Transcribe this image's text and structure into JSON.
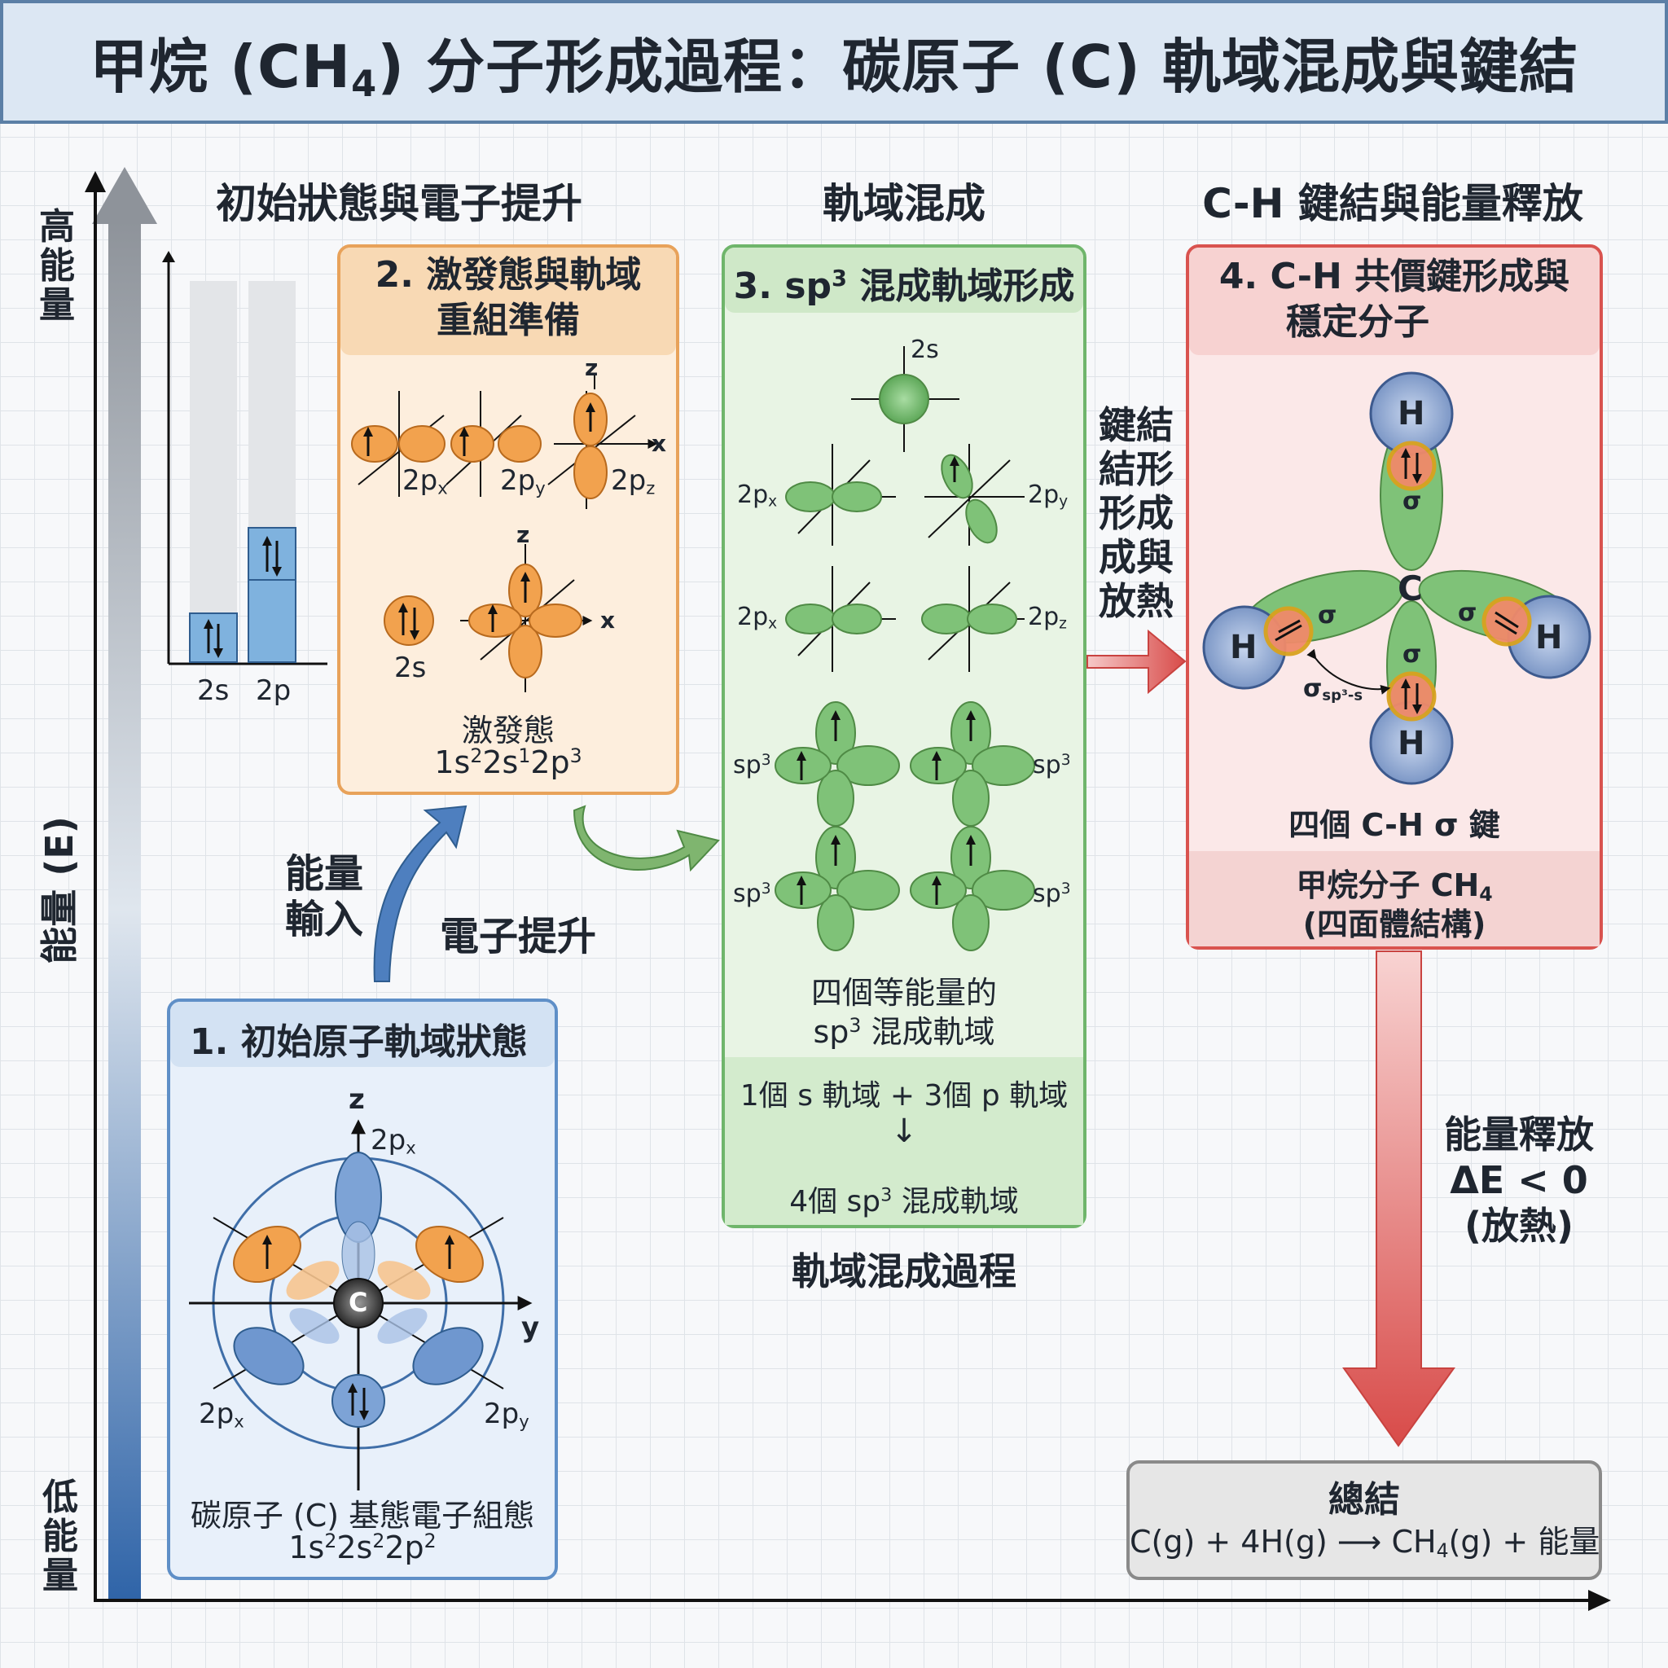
{
  "title": {
    "main": "甲烷 (CH",
    "sub": "4",
    "rest": ") 分子形成過程：碳原子 (C) 軌域混成與鍵結"
  },
  "axis": {
    "high": "高能量",
    "low": "低能量",
    "energy": "能量 (E)"
  },
  "sections": {
    "s1": "初始狀態與電子提升",
    "s2": "軌域混成",
    "s3": "C-H 鍵結與能量釋放"
  },
  "levels": {
    "s": "2s",
    "p": "2p"
  },
  "panel1": {
    "title": "1. 初始原子軌域狀態",
    "z": "z",
    "y": "y",
    "c": "C",
    "px_top": "2p",
    "px_sub": "x",
    "px_left": "2p",
    "px_left_sub": "x",
    "py_right": "2p",
    "py_right_sub": "y",
    "caption1": "碳原子 (C) 基態電子組態",
    "cfg_a": "1s",
    "cfg_a_sup": "2",
    "cfg_b": "2s",
    "cfg_b_sup": "2",
    "cfg_c": "2p",
    "cfg_c_sup": "2"
  },
  "energy_input": {
    "l1": "能量",
    "l2": "輸入",
    "promo": "電子提升"
  },
  "panel2": {
    "title1": "2. 激發態與軌域",
    "title2": "重組準備",
    "px": "2p",
    "px_sub": "x",
    "py": "2p",
    "py_sub": "y",
    "pz": "2p",
    "pz_sub": "z",
    "z": "z",
    "x": "x",
    "s": "2s",
    "caption1": "激發態",
    "cfg_a": "1s",
    "cfg_a_sup": "2",
    "cfg_b": "2s",
    "cfg_b_sup": "1",
    "cfg_c": "2p",
    "cfg_c_sup": "3"
  },
  "panel3": {
    "title_a": "3. sp",
    "title_sup": "3",
    "title_b": " 混成軌域形成",
    "s": "2s",
    "p_a": "2p",
    "p_a_sub": "x",
    "p_b": "2p",
    "p_b_sub": "y",
    "p_c": "2p",
    "p_c_sub": "x",
    "p_d": "2p",
    "p_d_sub": "z",
    "sp": "sp",
    "sp_sup": "3",
    "cap1": "四個等能量的",
    "cap2a": "sp",
    "cap2sup": "3",
    "cap2b": " 混成軌域",
    "f1": "1個 s 軌域 + 3個 p 軌域",
    "f2a": "4個 sp",
    "f2sup": "3",
    "f2b": " 混成軌域",
    "below": "軌域混成過程"
  },
  "bond_label": [
    "鍵結",
    "結形",
    "形成",
    "成與",
    "放熱"
  ],
  "panel4": {
    "title1": "4. C-H 共價鍵形成與",
    "title2": "穩定分子",
    "h": "H",
    "c": "C",
    "sigma": "σ",
    "sig_sub": "sp³-s",
    "cap": "四個 C-H σ 鍵",
    "foot1a": "甲烷分子 CH",
    "foot1sub": "4",
    "foot2": "(四面體結構)"
  },
  "release": {
    "l1": "能量釋放",
    "l2": "ΔE < 0",
    "l3": "(放熱)"
  },
  "summary": {
    "title": "總結",
    "eq_a": "C(g) + 4H(g) ⟶ CH",
    "eq_sub": "4",
    "eq_b": "(g) + 能量"
  },
  "colors": {
    "blue": "#5f8fc7",
    "orange": "#f2a24e",
    "green": "#6fb56b",
    "red": "#d9534f"
  }
}
